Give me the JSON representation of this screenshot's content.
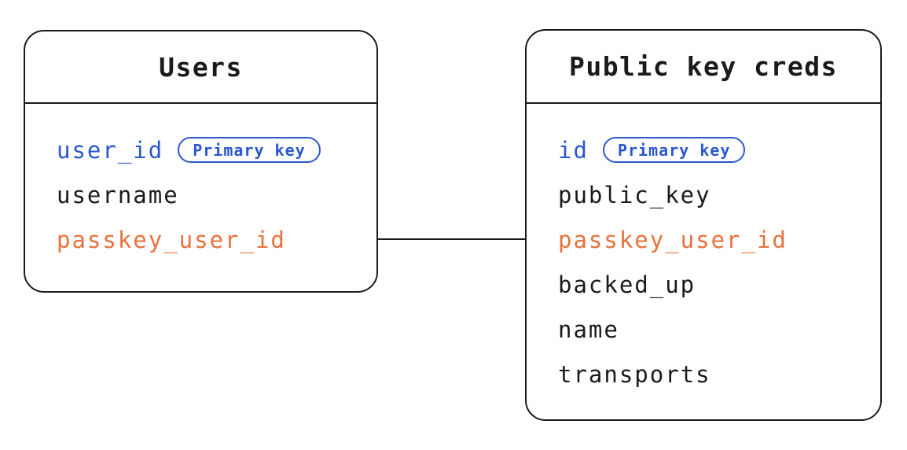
{
  "diagram": {
    "background": "#ffffff",
    "colors": {
      "line": "#1a1a1a",
      "text": "#1a1a1a",
      "primary": "#2b57ce",
      "foreign": "#e8713c"
    },
    "tables": [
      {
        "title": "Users",
        "fields": [
          {
            "name": "user_id",
            "role": "primary",
            "badge": "Primary key"
          },
          {
            "name": "username",
            "role": "text"
          },
          {
            "name": "passkey_user_id",
            "role": "foreign"
          }
        ]
      },
      {
        "title": "Public key creds",
        "fields": [
          {
            "name": "id",
            "role": "primary",
            "badge": "Primary key"
          },
          {
            "name": "public_key",
            "role": "text"
          },
          {
            "name": "passkey_user_id",
            "role": "foreign"
          },
          {
            "name": "backed_up",
            "role": "text"
          },
          {
            "name": "name",
            "role": "text"
          },
          {
            "name": "transports",
            "role": "text"
          }
        ]
      }
    ],
    "relationship": {
      "from_table": "Users",
      "from_field": "passkey_user_id",
      "to_table": "Public key creds",
      "to_field": "passkey_user_id"
    }
  }
}
